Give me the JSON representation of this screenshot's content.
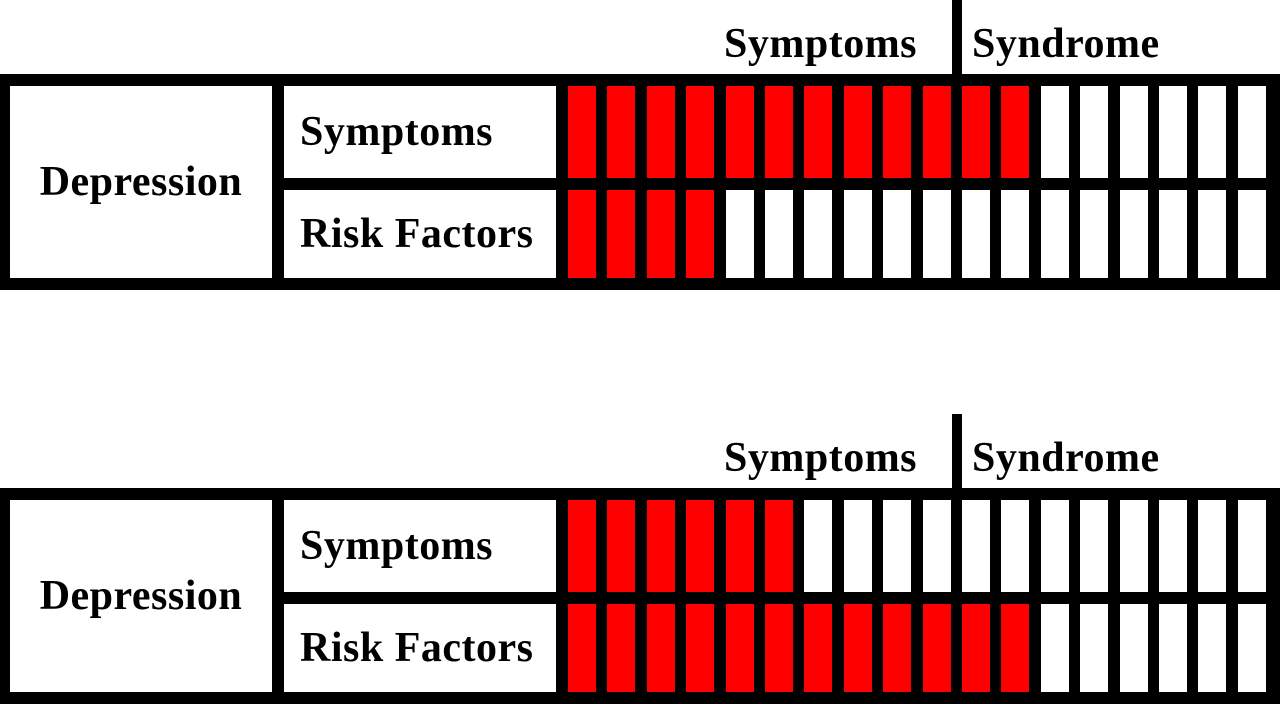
{
  "diagrams": [
    {
      "header": {
        "left_label": "Symptoms",
        "right_label": "Syndrome"
      },
      "category": "Depression",
      "rows": [
        {
          "label": "Symptoms",
          "filled": 12,
          "total": 18
        },
        {
          "label": "Risk Factors",
          "filled": 4,
          "total": 18
        }
      ]
    },
    {
      "header": {
        "left_label": "Symptoms",
        "right_label": "Syndrome"
      },
      "category": "Depression",
      "rows": [
        {
          "label": "Symptoms",
          "filled": 6,
          "total": 18
        },
        {
          "label": "Risk Factors",
          "filled": 12,
          "total": 18
        }
      ]
    }
  ],
  "colors": {
    "filled": "#ff0000",
    "empty": "#ffffff",
    "border": "#000000"
  }
}
